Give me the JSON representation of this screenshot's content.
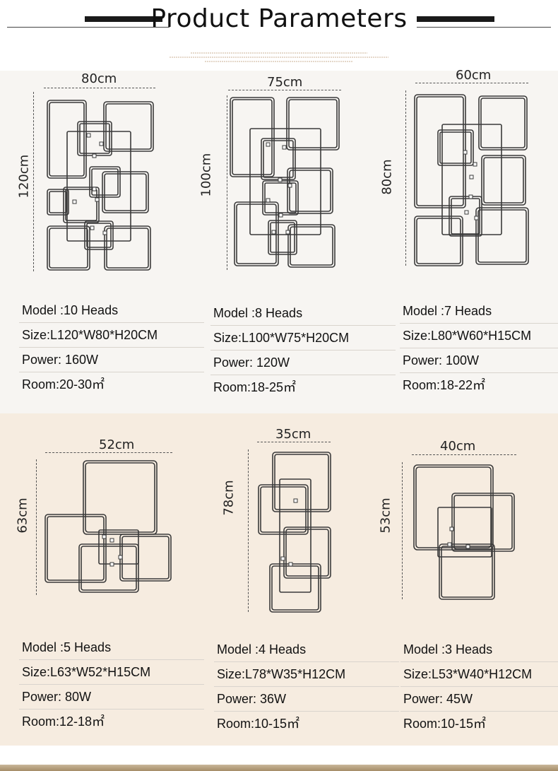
{
  "header": {
    "title": "Product Parameters"
  },
  "products": [
    {
      "width": "80cm",
      "height": "120cm",
      "model": "Model :10 Heads",
      "size": "Size:L120*W80*H20CM",
      "power": "Power: 160W",
      "room": "Room:20-30㎡"
    },
    {
      "width": "75cm",
      "height": "100cm",
      "model": "Model :8 Heads",
      "size": "Size:L100*W75*H20CM",
      "power": "Power: 120W",
      "room": "Room:18-25㎡"
    },
    {
      "width": "60cm",
      "height": "80cm",
      "model": "Model :7 Heads",
      "size": "Size:L80*W60*H15CM",
      "power": "Power: 100W",
      "room": "Room:18-22㎡"
    },
    {
      "width": "52cm",
      "height": "63cm",
      "model": "Model :5 Heads",
      "size": "Size:L63*W52*H15CM",
      "power": "Power: 80W",
      "room": "Room:12-18㎡"
    },
    {
      "width": "35cm",
      "height": "78cm",
      "model": "Model :4 Heads",
      "size": "Size:L78*W35*H12CM",
      "power": "Power: 36W",
      "room": "Room:10-15㎡"
    },
    {
      "width": "40cm",
      "height": "53cm",
      "model": "Model :3 Heads",
      "size": "Size:L53*W40*H12CM",
      "power": "Power: 45W",
      "room": "Room:10-15㎡"
    }
  ]
}
